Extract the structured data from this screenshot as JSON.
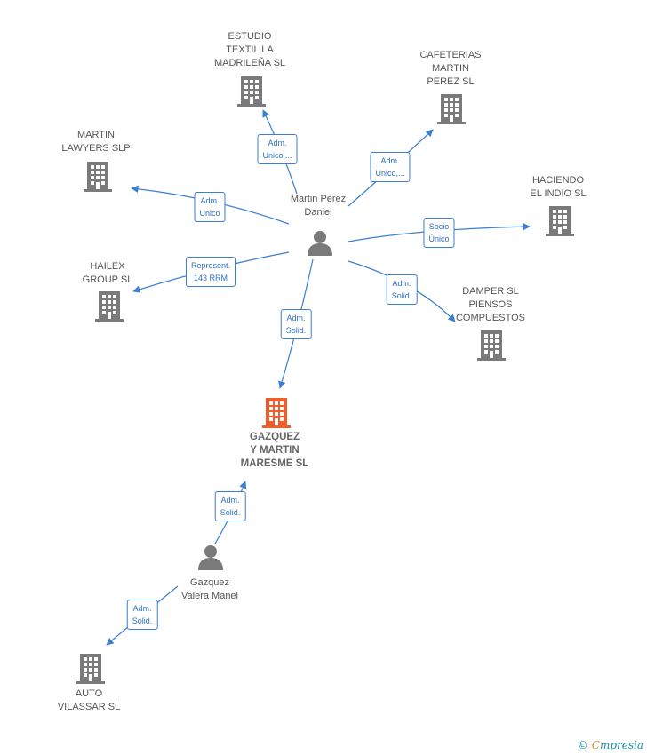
{
  "colors": {
    "edge": "#3a7fd1",
    "building": "#7a7a7a",
    "main_building": "#ee5d2b",
    "person": "#7a7a7a"
  },
  "persons": [
    {
      "id": "martin",
      "label": "Martin Perez\nDaniel"
    },
    {
      "id": "gazquez",
      "label": "Gazquez\nValera Manel"
    }
  ],
  "companies": [
    {
      "id": "estudio",
      "label": "ESTUDIO\nTEXTIL LA\nMADRILEÑA  SL"
    },
    {
      "id": "cafeterias",
      "label": "CAFETERIAS\nMARTIN\nPEREZ  SL"
    },
    {
      "id": "lawyers",
      "label": "MARTIN\nLAWYERS  SLP"
    },
    {
      "id": "haciendo",
      "label": "HACIENDO\nEL INDIO  SL"
    },
    {
      "id": "hailex",
      "label": "HAILEX\nGROUP  SL"
    },
    {
      "id": "damper",
      "label": "DAMPER SL\nPIENSOS\nCOMPUESTOS"
    },
    {
      "id": "main",
      "label": "GAZQUEZ\nY MARTIN\nMARESME  SL",
      "main": true
    },
    {
      "id": "auto",
      "label": "AUTO\nVILASSAR  SL"
    }
  ],
  "relations": [
    {
      "id": "r1",
      "label": "Adm.\nUnico,..."
    },
    {
      "id": "r2",
      "label": "Adm.\nUnico,..."
    },
    {
      "id": "r3",
      "label": "Adm.\nUnico"
    },
    {
      "id": "r4",
      "label": "Socio\nÚnico"
    },
    {
      "id": "r5",
      "label": "Represent.\n143 RRM"
    },
    {
      "id": "r6",
      "label": "Adm.\nSolid."
    },
    {
      "id": "r7",
      "label": "Adm.\nSolid."
    },
    {
      "id": "r8",
      "label": "Adm.\nSolid."
    },
    {
      "id": "r9",
      "label": "Adm.\nSolid."
    }
  ],
  "brand": {
    "copyright": "©",
    "first": "C",
    "rest": "mpresia"
  }
}
